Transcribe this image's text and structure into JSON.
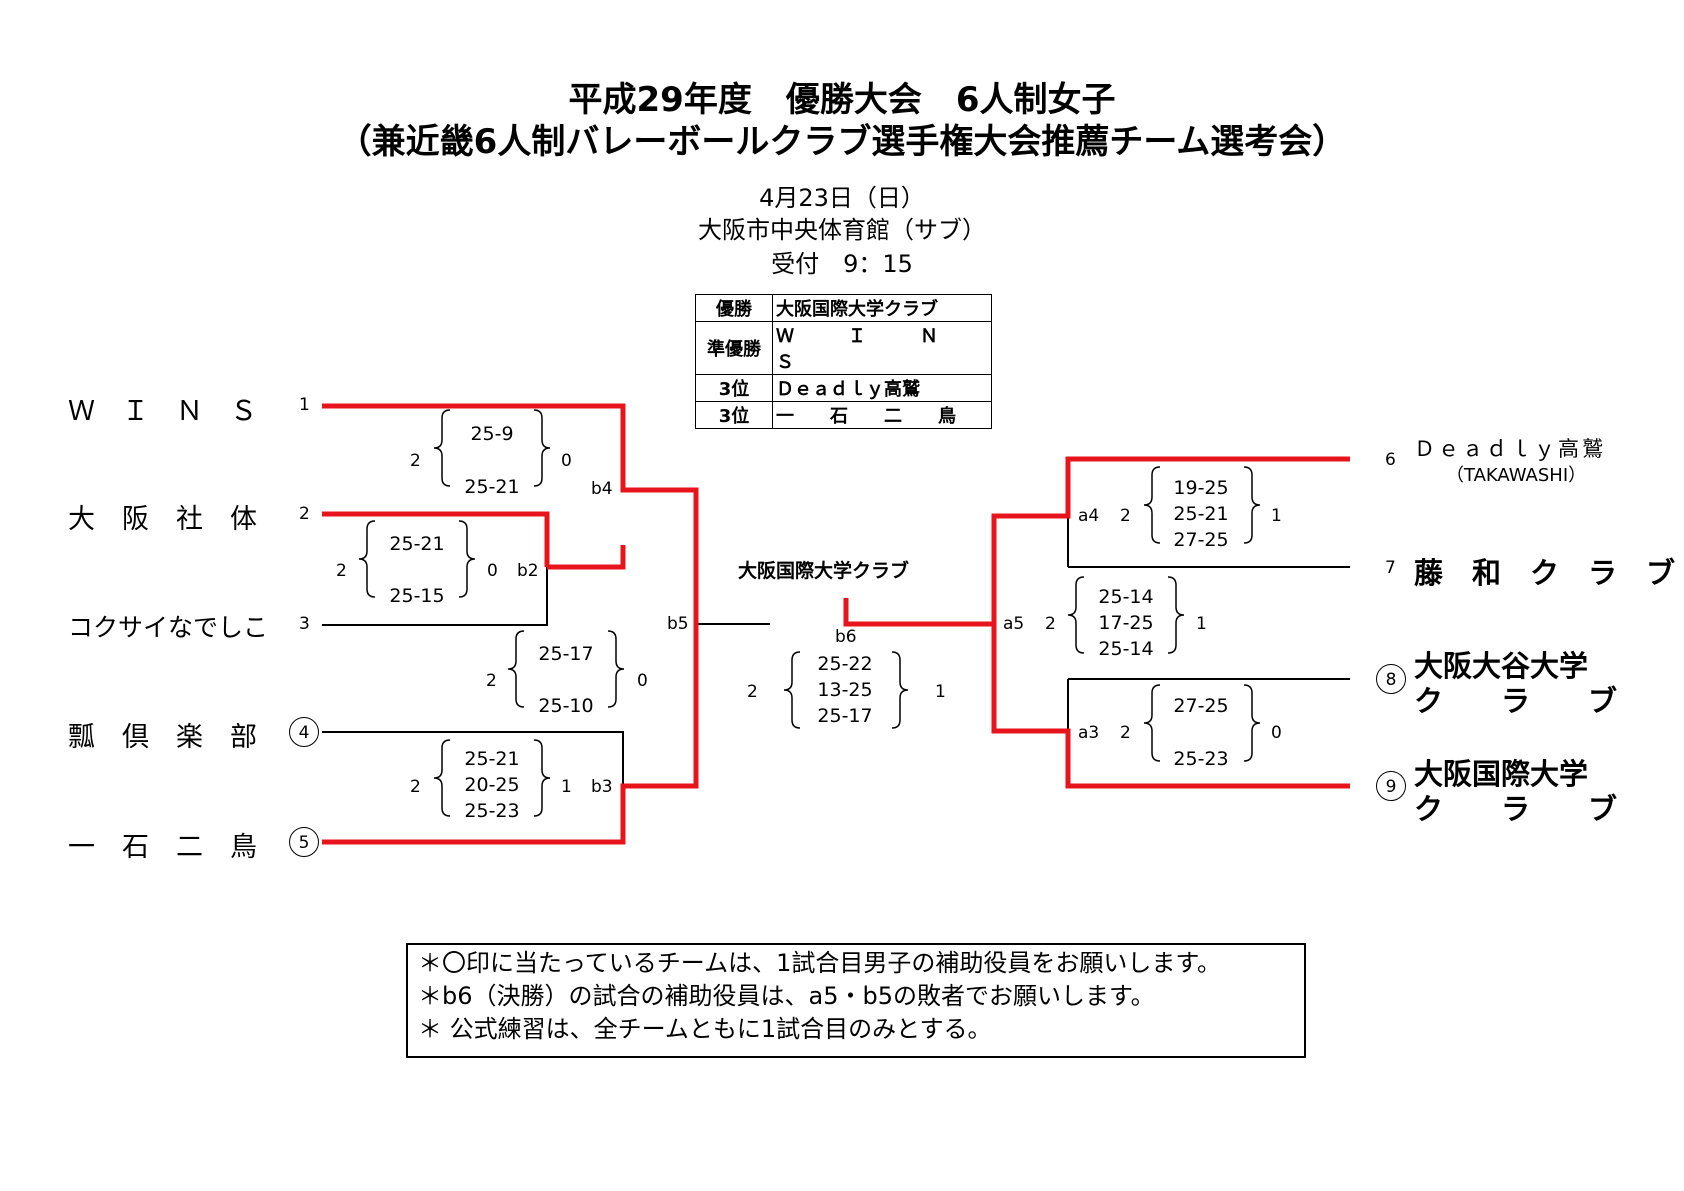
{
  "header": {
    "title": "平成29年度　優勝大会　6人制女子",
    "subtitle": "（兼近畿6人制バレーボールクラブ選手権大会推薦チーム選考会）",
    "date": "4月23日（日）",
    "venue": "大阪市中央体育館（サブ）",
    "reception": "受付　9：15"
  },
  "results": [
    {
      "rank": "優勝",
      "team": "大阪国際大学クラブ"
    },
    {
      "rank": "準優勝",
      "team": "Ｗ　　　Ｉ　　　Ｎ　　　Ｓ"
    },
    {
      "rank": "3位",
      "team": "Ｄｅａｄｌｙ高鷲"
    },
    {
      "rank": "3位",
      "team": "一　　石　　二　　鳥"
    }
  ],
  "left_teams": [
    {
      "name": "Ｗ　Ｉ　Ｎ　Ｓ",
      "seed": "1"
    },
    {
      "name": "大　阪　社　体",
      "seed": "2"
    },
    {
      "name": "コクサイなでしこ",
      "seed": "3"
    },
    {
      "name": "瓢　倶　楽　部",
      "seed": "4"
    },
    {
      "name": "一　石　二　鳥",
      "seed": "5"
    }
  ],
  "right_teams": [
    {
      "name": "Ｄｅａｄｌｙ高鷲",
      "name2": "（TAKAWASHI）",
      "seed": "6"
    },
    {
      "name": "藤　和　ク　ラ　ブ",
      "seed": "7"
    },
    {
      "name": "大阪大谷大学",
      "name2": "ク　　ラ　　ブ",
      "seed": "8"
    },
    {
      "name": "大阪国際大学",
      "name2": "ク　　ラ　　ブ",
      "seed": "9"
    }
  ],
  "champion_label": "大阪国際大学クラブ",
  "matches": {
    "b4": {
      "code": "b4",
      "w": "2",
      "l": "0",
      "sets": [
        "25-9",
        "25-21"
      ]
    },
    "b2": {
      "code": "b2",
      "w": "2",
      "l": "0",
      "sets": [
        "25-21",
        "25-15"
      ]
    },
    "b5": {
      "code": "b5",
      "w": "2",
      "l": "0",
      "sets": [
        "25-17",
        "25-10"
      ]
    },
    "b3": {
      "code": "b3",
      "w": "2",
      "l": "1",
      "sets": [
        "25-21",
        "20-25",
        "25-23"
      ]
    },
    "b6": {
      "code": "b6",
      "w": "2",
      "l": "1",
      "sets": [
        "25-22",
        "13-25",
        "25-17"
      ]
    },
    "a4": {
      "code": "a4",
      "w": "2",
      "l": "1",
      "sets": [
        "19-25",
        "25-21",
        "27-25"
      ]
    },
    "a5": {
      "code": "a5",
      "w": "2",
      "l": "1",
      "sets": [
        "25-14",
        "17-25",
        "25-14"
      ]
    },
    "a3": {
      "code": "a3",
      "w": "2",
      "l": "0",
      "sets": [
        "27-25",
        "25-23"
      ]
    }
  },
  "notes": [
    "＊〇印に当たっているチームは、1試合目男子の補助役員をお願いします。",
    "＊b6（決勝）の試合の補助役員は、a5・b5の敗者でお願いします。",
    "＊ 公式練習は、全チームともに1試合目のみとする。"
  ],
  "colors": {
    "winner_line": "#e8141b",
    "line": "#000000"
  }
}
